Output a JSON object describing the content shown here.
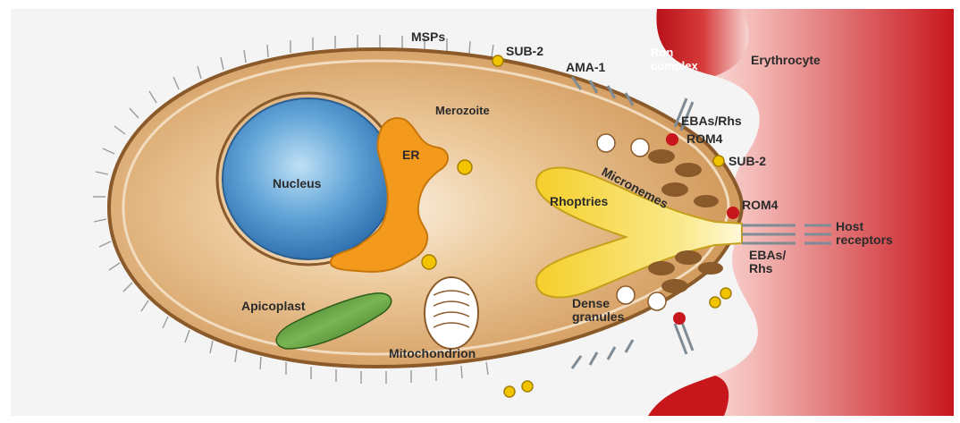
{
  "labels": {
    "msps": "MSPs",
    "sub2_top": "SUB-2",
    "ama1": "AMA-1",
    "ron_complex_line1": "Ron",
    "ron_complex_line2": "complex",
    "erythrocyte": "Erythrocyte",
    "merozoite": "Merozoite",
    "ebas_rhs_top": "EBAs/Rhs",
    "rom4_top": "ROM4",
    "sub2_mid": "SUB-2",
    "er": "ER",
    "nucleus": "Nucleus",
    "micronemes": "Micronemes",
    "rhoptries": "Rhoptries",
    "rom4_mid": "ROM4",
    "host_receptors_line1": "Host",
    "host_receptors_line2": "receptors",
    "ebas_rhs_bottom_line1": "EBAs/",
    "ebas_rhs_bottom_line2": "Rhs",
    "apicoplast": "Apicoplast",
    "dense_granules_line1": "Dense",
    "dense_granules_line2": "granules",
    "mitochondrion": "Mitochondrion"
  },
  "colors": {
    "merozoite_body": "#d9a66e",
    "merozoite_outline": "#8a5a2b",
    "erythrocyte_red": "#c8161d",
    "nucleus_blue": "#3f86c4",
    "er_orange": "#f39a1c",
    "rhoptry_yellow": "#f7d93c",
    "microneme_brown": "#8a5a2b",
    "apicoplast_green": "#4a8a2a",
    "rom4_red": "#c8161d",
    "sub2_yellow": "#f2c400"
  }
}
